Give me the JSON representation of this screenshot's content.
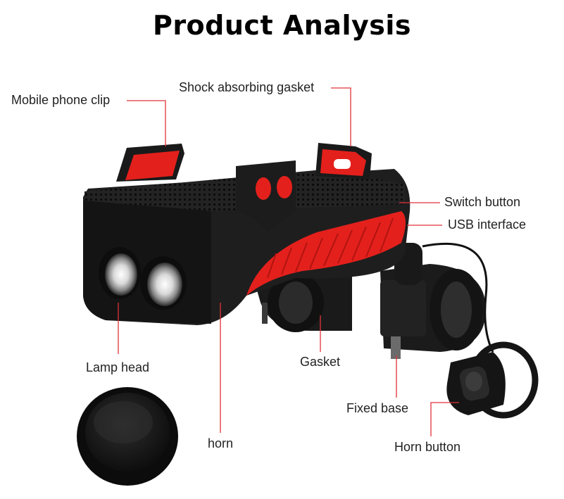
{
  "title": "Product Analysis",
  "colors": {
    "accent": "#e4201c",
    "body": "#1e1e1e",
    "leader": "#e0333a"
  },
  "labels": {
    "mobile_phone_clip": "Mobile phone clip",
    "shock_absorbing_gasket": "Shock absorbing gasket",
    "switch_button": "Switch button",
    "usb_interface": "USB interface",
    "lamp_head": "Lamp head",
    "gasket": "Gasket",
    "fixed_base": "Fixed base",
    "horn": "horn",
    "horn_button": "Horn button"
  }
}
